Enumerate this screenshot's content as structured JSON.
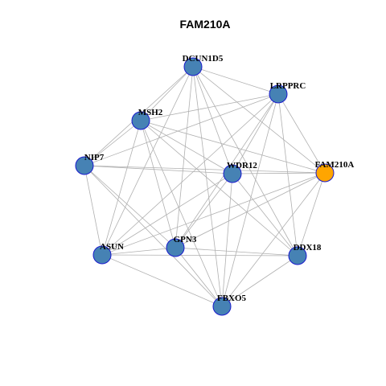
{
  "title": "FAM210A",
  "colors": {
    "node_default": "#4682b4",
    "node_focus": "#ffa500",
    "node_stroke": "#1a1acd",
    "edge": "#b0b0b0"
  },
  "nodes": [
    {
      "id": "DCUN1D5",
      "label": "DCUN1D5",
      "focus": false
    },
    {
      "id": "LRPPRC",
      "label": "LRPPRC",
      "focus": false
    },
    {
      "id": "MSH2",
      "label": "MSH2",
      "focus": false
    },
    {
      "id": "NIP7",
      "label": "NIP7",
      "focus": false
    },
    {
      "id": "WDR12",
      "label": "WDR12",
      "focus": false
    },
    {
      "id": "FAM210A",
      "label": "FAM210A",
      "focus": true
    },
    {
      "id": "ASUN",
      "label": "ASUN",
      "focus": false
    },
    {
      "id": "GPN3",
      "label": "GPN3",
      "focus": false
    },
    {
      "id": "DDX18",
      "label": "DDX18",
      "focus": false
    },
    {
      "id": "FBXO5",
      "label": "FBXO5",
      "focus": false
    }
  ],
  "edges": [
    [
      "DCUN1D5",
      "LRPPRC"
    ],
    [
      "DCUN1D5",
      "MSH2"
    ],
    [
      "DCUN1D5",
      "NIP7"
    ],
    [
      "DCUN1D5",
      "WDR12"
    ],
    [
      "DCUN1D5",
      "FAM210A"
    ],
    [
      "DCUN1D5",
      "ASUN"
    ],
    [
      "DCUN1D5",
      "GPN3"
    ],
    [
      "DCUN1D5",
      "DDX18"
    ],
    [
      "DCUN1D5",
      "FBXO5"
    ],
    [
      "LRPPRC",
      "MSH2"
    ],
    [
      "LRPPRC",
      "NIP7"
    ],
    [
      "LRPPRC",
      "WDR12"
    ],
    [
      "LRPPRC",
      "FAM210A"
    ],
    [
      "LRPPRC",
      "ASUN"
    ],
    [
      "LRPPRC",
      "GPN3"
    ],
    [
      "LRPPRC",
      "DDX18"
    ],
    [
      "LRPPRC",
      "FBXO5"
    ],
    [
      "MSH2",
      "NIP7"
    ],
    [
      "MSH2",
      "WDR12"
    ],
    [
      "MSH2",
      "FAM210A"
    ],
    [
      "MSH2",
      "ASUN"
    ],
    [
      "MSH2",
      "GPN3"
    ],
    [
      "MSH2",
      "DDX18"
    ],
    [
      "MSH2",
      "FBXO5"
    ],
    [
      "NIP7",
      "WDR12"
    ],
    [
      "NIP7",
      "FAM210A"
    ],
    [
      "NIP7",
      "ASUN"
    ],
    [
      "NIP7",
      "GPN3"
    ],
    [
      "NIP7",
      "FBXO5"
    ],
    [
      "WDR12",
      "FAM210A"
    ],
    [
      "WDR12",
      "ASUN"
    ],
    [
      "WDR12",
      "GPN3"
    ],
    [
      "WDR12",
      "DDX18"
    ],
    [
      "WDR12",
      "FBXO5"
    ],
    [
      "FAM210A",
      "ASUN"
    ],
    [
      "FAM210A",
      "GPN3"
    ],
    [
      "FAM210A",
      "DDX18"
    ],
    [
      "FAM210A",
      "FBXO5"
    ],
    [
      "ASUN",
      "GPN3"
    ],
    [
      "ASUN",
      "DDX18"
    ],
    [
      "ASUN",
      "FBXO5"
    ],
    [
      "GPN3",
      "DDX18"
    ],
    [
      "GPN3",
      "FBXO5"
    ],
    [
      "DDX18",
      "FBXO5"
    ]
  ]
}
